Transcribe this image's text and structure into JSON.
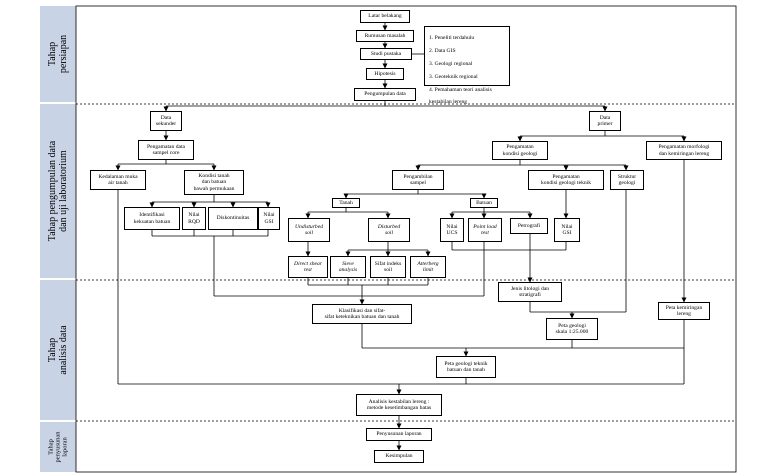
{
  "stages": {
    "persiapan": [
      "Tahap",
      "persiapan"
    ],
    "pengumpulan": [
      "Tahap pengumpulan data",
      "dan uji laboratorium"
    ],
    "analisis": [
      "Tahap",
      "analisis data"
    ],
    "penyusunan": [
      "Tahap",
      "penyusunan",
      "laporan"
    ]
  },
  "boxes": {
    "latar": "Latar belakang",
    "rumusan": "Rumusan masalah",
    "studi": "Studi pustaka",
    "hipotesis": "Hipotesis",
    "pengumpulan_data": "Pengumpulan data",
    "pustaka_list": [
      "1. Peneliti terdahulu",
      "2. Data GIS",
      "3. Geologi regional",
      "3. Geoteknik regional",
      "4. Pemahaman teori analisis",
      "    kestabilan lereng"
    ],
    "data_sekunder": "Data\nsekunder",
    "data_primer": "Data\nprimer",
    "pengamatan_core": "Pengamatan data\nsampel core",
    "pengamatan_kondisi": "Pengamatan\nkondisi geologi",
    "pengamatan_morfologi": "Pengamatan morfologi\ndan kemiringan lereng",
    "kedalaman": "Kedalaman muka\nair tanah",
    "kondisi_tanah": "Kondisi tanah\ndan batuan\nbawah permukaan",
    "identifikasi": "Identifikasi\nkekuatan batuan",
    "rqd": "Nilai\nRQD",
    "diskontinuitas": "Diskontinuitas",
    "gsi_left": "Nilai\nGSI",
    "pengambilan": "Pengambilan\nsampel",
    "pengamatan_teknik": "Pengamatan\nkondisi geologi teknik",
    "struktur": "Struktur\ngeologi",
    "tanah": "Tanah",
    "batuan": "Batuan",
    "undisturbed": "Undisturbed\nsoil",
    "disturbed": "Disturbed\nsoil",
    "ucs": "Nilai\nUCS",
    "point_load": "Point load\ntest",
    "petrografi": "Petrografi",
    "gsi_right": "Nilai\nGSI",
    "direct_shear": "Direct shear\ntest",
    "sieve": "Sieve\nanalysis",
    "sifat_indeks": "Sifat indeks\nsoil",
    "atterberg": "Atterberg\nlimit",
    "jenis_litologi": "Jenis litologi dan\nstratigrafi",
    "klasifikasi": "Klasifikasi dan sifat-\nsifat keteknikan batuan dan tanah",
    "peta_geologi": "Peta geologi\nskala 1:25.000",
    "peta_kemiringan": "Peta kemiringan\nlereng",
    "peta_teknik": "Peta geologi teknik\nbatuan dan tanah",
    "analisis": "Analisis kestabilan lereng :\nmetode kesetimbangan batas",
    "penyusunan": "Penyusunan laporan",
    "kesimpulan": "Kesimpulan"
  }
}
